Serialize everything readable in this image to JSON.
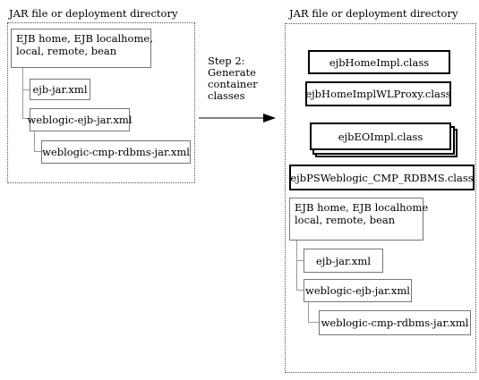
{
  "left_panel": {
    "title": "JAR file or deployment directory",
    "root_box": [
      "EJB home, EJB localhome,",
      "local, remote, bean"
    ],
    "ejb_jar": "ejb-jar.xml",
    "weblogic_ejb_jar": "weblogic-ejb-jar.xml",
    "weblogic_cmp": "weblogic-cmp-rdbms-jar.xml"
  },
  "step": {
    "lines": [
      "Step 2:",
      "Generate",
      "container",
      "classes"
    ]
  },
  "right_panel": {
    "title": "JAR file or deployment directory",
    "home_impl": "ejbHomeImpl.class",
    "home_proxy": "ejbHomeImplWLProxy.class",
    "eo_impl": "ejbEOImpl.class",
    "ps_class": "ejbPSWeblogic_CMP_RDBMS.class",
    "root_box": [
      "EJB home, EJB localhome",
      "local, remote, bean"
    ],
    "ejb_jar": "ejb-jar.xml",
    "weblogic_ejb_jar": "weblogic-ejb-jar.xml",
    "weblogic_cmp": "weblogic-cmp-rdbms-jar.xml"
  }
}
